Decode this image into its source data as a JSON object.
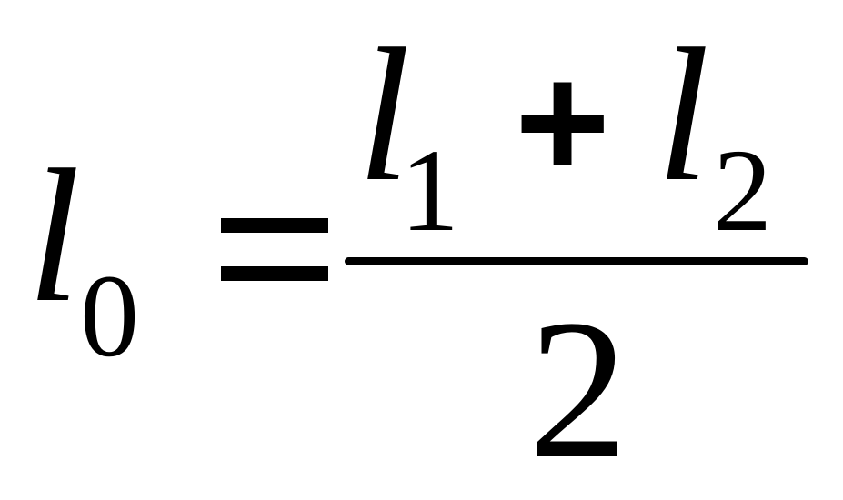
{
  "formula": {
    "lhs": {
      "variable": "l",
      "subscript": "0"
    },
    "equals": "=",
    "numerator": {
      "term1": {
        "variable": "l",
        "subscript": "1"
      },
      "operator": "+",
      "term2": {
        "variable": "l",
        "subscript": "2"
      }
    },
    "denominator": "2",
    "color": "#000000",
    "background": "#ffffff"
  }
}
